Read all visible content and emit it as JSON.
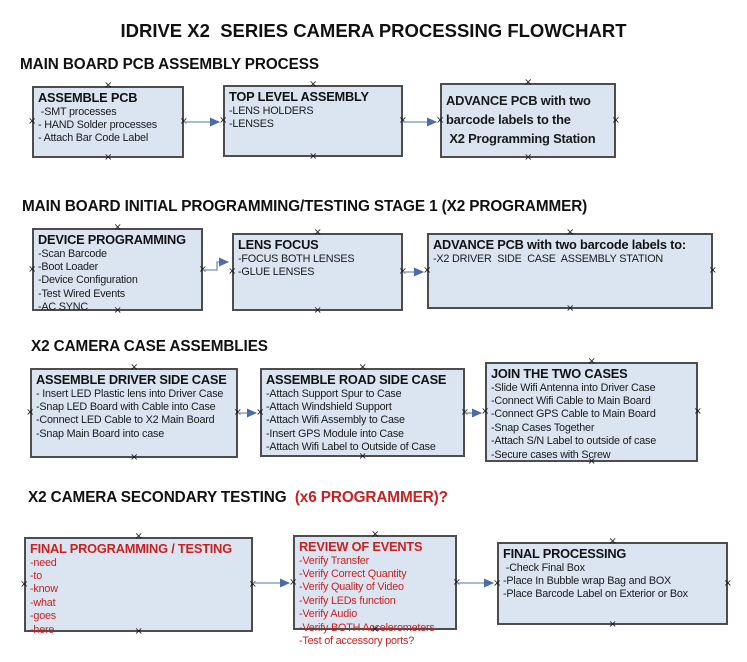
{
  "page": {
    "title": "IDRIVE X2  SERIES CAMERA PROCESSING FLOWCHART"
  },
  "colors": {
    "box_fill": "#dbe5f1",
    "box_border": "#4d4d4d",
    "red": "#cc1f1f",
    "arrow_line": "#8aa5c6",
    "arrow_head": "#4a6da8"
  },
  "sections": [
    {
      "heading": "MAIN BOARD PCB ASSEMBLY PROCESS",
      "boxes": [
        {
          "title": "ASSEMBLE PCB",
          "items": [
            " -SMT processes",
            "- HAND Solder processes",
            "- Attach Bar Code Label"
          ]
        },
        {
          "title": "TOP LEVEL ASSEMBLY",
          "items": [
            "-LENS HOLDERS",
            "-LENSES"
          ]
        },
        {
          "title": "",
          "items": [
            "ADVANCE PCB with two",
            "barcode labels to the",
            " X2 Programming Station"
          ]
        }
      ]
    },
    {
      "heading": "MAIN BOARD INITIAL PROGRAMMING/TESTING STAGE 1 (X2 PROGRAMMER)",
      "boxes": [
        {
          "title": "DEVICE PROGRAMMING",
          "items": [
            "-Scan Barcode",
            "-Boot Loader",
            "-Device Configuration",
            "-Test Wired Events",
            "-AC SYNC"
          ]
        },
        {
          "title": "LENS FOCUS",
          "items": [
            "-FOCUS BOTH LENSES",
            "-GLUE LENSES"
          ]
        },
        {
          "title": "ADVANCE PCB with two barcode labels to:",
          "items": [
            "-X2 DRIVER  SIDE  CASE  ASSEMBLY STATION"
          ]
        }
      ]
    },
    {
      "heading": "X2 CAMERA CASE ASSEMBLIES",
      "boxes": [
        {
          "title": "ASSEMBLE DRIVER SIDE CASE",
          "items": [
            "- Insert LED Plastic lens into Driver Case",
            "-Snap LED Board with Cable into Case",
            "-Connect LED Cable to X2 Main Board",
            "-Snap Main Board into case"
          ]
        },
        {
          "title": "ASSEMBLE ROAD SIDE CASE",
          "items": [
            "-Attach Support Spur to Case",
            "-Attach Windshield Support",
            "-Attach Wifi Assembly to Case",
            "-Insert GPS Module into Case",
            "-Attach Wifi Label to Outside of Case"
          ]
        },
        {
          "title": "JOIN THE TWO CASES",
          "items": [
            "-Slide Wifi Antenna into Driver Case",
            "-Connect Wifi Cable to Main Board",
            "-Connect GPS Cable to Main Board",
            "-Snap Cases Together",
            "-Attach S/N Label to outside of case",
            "-Secure cases with Screw"
          ]
        }
      ]
    },
    {
      "heading": "X2 CAMERA SECONDARY TESTING  ",
      "heading_red": "(x6 PROGRAMMER)?",
      "boxes": [
        {
          "title": "FINAL PROGRAMMING / TESTING",
          "items": [
            "-need",
            "-to",
            "-know",
            "-what",
            "-goes",
            "-here"
          ]
        },
        {
          "title": "REVIEW OF EVENTS",
          "items": [
            "-Verify Transfer",
            "-Verify Correct Quantity",
            "-Verify Quality of Video",
            "-Verify LEDs function",
            "-Verify Audio",
            "-Verify BOTH Accelerometers",
            "-Test of accessory ports?"
          ]
        },
        {
          "title": "FINAL PROCESSING",
          "items": [
            " -Check Final Box",
            "-Place In Bubble wrap Bag and BOX",
            "-Place Barcode Label on Exterior or Box"
          ]
        }
      ]
    }
  ]
}
